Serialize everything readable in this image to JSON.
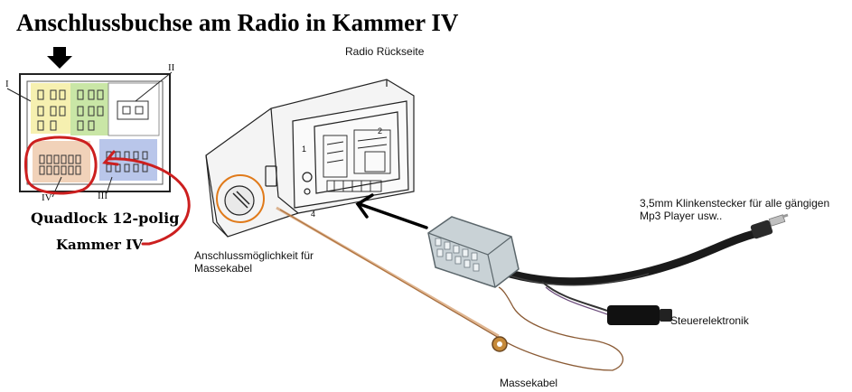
{
  "title": "Anschlussbuchse am Radio in Kammer IV",
  "labels": {
    "radio_back": "Radio Rückseite",
    "jack": "3,5mm Klinkenstecker für alle gängigen Mp3 Player usw..",
    "ground_option": "Anschlussmöglichkeit für Massekabel",
    "control_unit": "Steuerelektronik",
    "ground_cable": "Massekabel"
  },
  "connector": {
    "quadlock": "Quadlock 12-polig",
    "chamber": "Kammer IV",
    "chamber_marks": [
      "I",
      "II",
      "III",
      "IV"
    ],
    "colors": {
      "chamber_1": "#f6f0b0",
      "chamber_2": "#c9e6a6",
      "chamber_3": "#b9c6ea",
      "chamber_4": "#f1d2b9"
    }
  },
  "radio": {
    "marks": [
      "1",
      "2",
      "4"
    ]
  },
  "annotations": {
    "highlight_color": "#cc1f1f",
    "arrow_color": "#000000"
  }
}
